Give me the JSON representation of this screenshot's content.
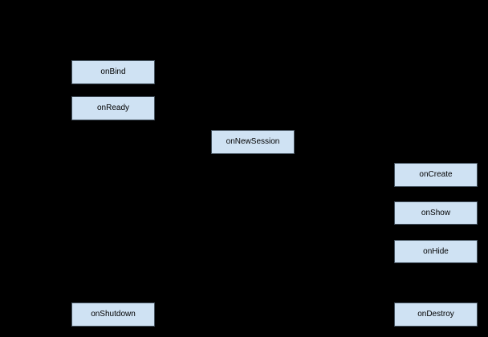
{
  "style": {
    "canvas_background": "#000000",
    "node_fill": "#cfe2f3",
    "node_border": "#44525e",
    "node_text_color": "#000000"
  },
  "diagram": {
    "type": "lifecycle-flowchart",
    "nodes": [
      {
        "id": "on-bind",
        "label": "onBind"
      },
      {
        "id": "on-ready",
        "label": "onReady"
      },
      {
        "id": "on-new-session",
        "label": "onNewSession"
      },
      {
        "id": "on-create",
        "label": "onCreate"
      },
      {
        "id": "on-show",
        "label": "onShow"
      },
      {
        "id": "on-hide",
        "label": "onHide"
      },
      {
        "id": "on-shutdown",
        "label": "onShutdown"
      },
      {
        "id": "on-destroy",
        "label": "onDestroy"
      }
    ]
  }
}
